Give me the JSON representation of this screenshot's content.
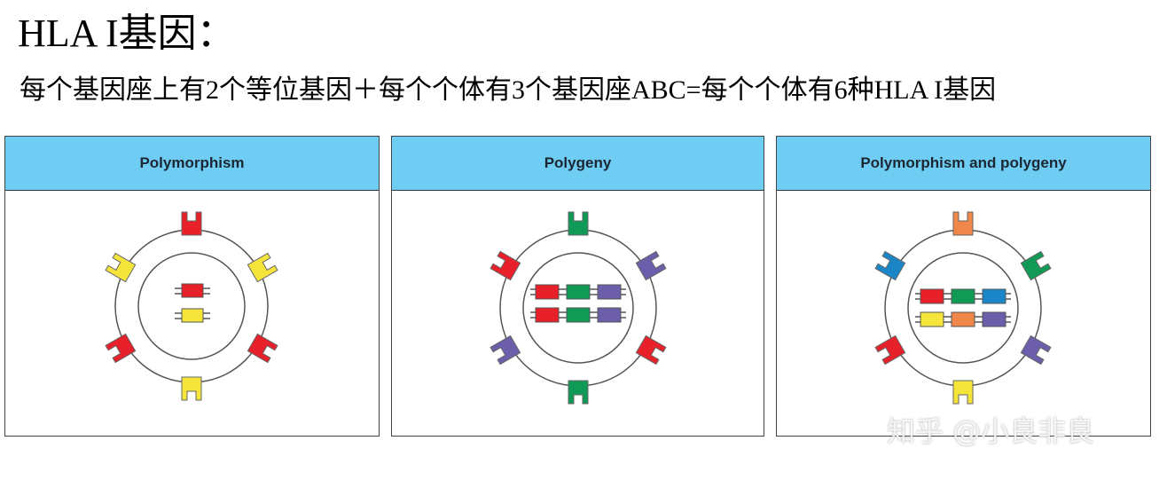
{
  "title": "HLA I基因：",
  "subtitle": "每个基因座上有2个等位基因＋每个个体有3个基因座ABC=每个个体有6种HLA I基因",
  "panels": [
    {
      "label": "Polymorphism"
    },
    {
      "label": "Polygeny"
    },
    {
      "label": "Polymorphism and polygeny"
    }
  ],
  "colors": {
    "header": "#6fccf3",
    "red": "#e8202a",
    "yellow": "#f5e53a",
    "green": "#109a55",
    "purple": "#6c5eaa",
    "blue": "#1a86c8",
    "orange": "#f0874a"
  },
  "watermark": "知乎 @小良非良"
}
